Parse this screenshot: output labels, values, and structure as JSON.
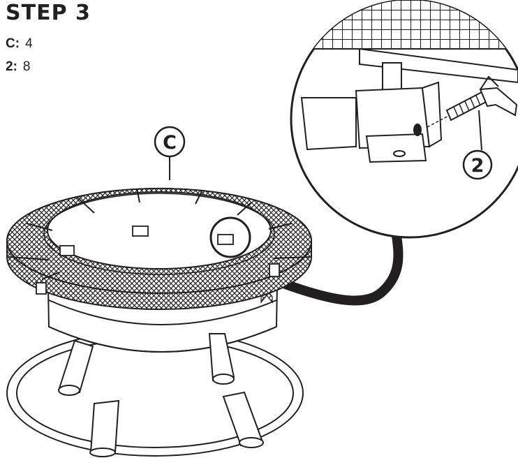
{
  "step": {
    "title": "STEP 3"
  },
  "parts": [
    {
      "key": "C:",
      "qty": "4"
    },
    {
      "key": "2:",
      "qty": "8"
    }
  ],
  "callouts": {
    "main": "C",
    "detail": "2"
  },
  "colors": {
    "line": "#231f20",
    "background": "#ffffff"
  }
}
